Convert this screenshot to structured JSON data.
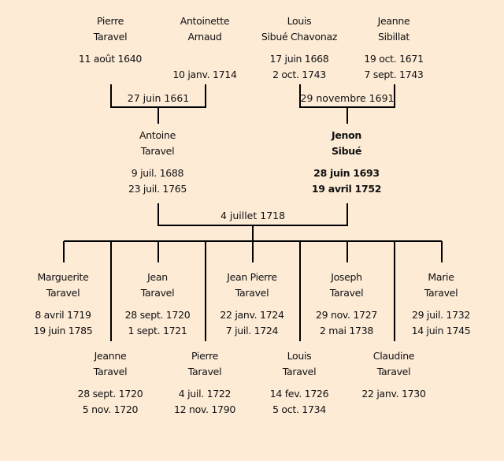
{
  "grandparents": [
    {
      "first": "Pierre",
      "last": "Taravel",
      "birth": "11 août 1640",
      "death": ""
    },
    {
      "first": "Antoinette",
      "last": "Arnaud",
      "birth": "",
      "death": "10 janv. 1714"
    },
    {
      "first": "Louis",
      "last": "Sibué Chavonaz",
      "birth": "17 juin 1668",
      "death": "2 oct. 1743"
    },
    {
      "first": "Jeanne",
      "last": "Sibillat",
      "birth": "19 oct. 1671",
      "death": "7 sept. 1743"
    }
  ],
  "grandparent_marriages": [
    "27 juin 1661",
    "29 novembre 1691"
  ],
  "parents": [
    {
      "first": "Antoine",
      "last": "Taravel",
      "birth": "9 juil. 1688",
      "death": "23 juil. 1765",
      "highlight": false
    },
    {
      "first": "Jenon",
      "last": "Sibué",
      "birth": "28 juin 1693",
      "death": "19 avril 1752",
      "highlight": true
    }
  ],
  "parent_marriage": "4 juillet 1718",
  "children": [
    {
      "first": "Marguerite",
      "last": "Taravel",
      "birth": "8 avril 1719",
      "death": "19 juin 1785"
    },
    {
      "first": "Jeanne",
      "last": "Taravel",
      "birth": "28 sept. 1720",
      "death": "5 nov. 1720"
    },
    {
      "first": "Jean",
      "last": "Taravel",
      "birth": "28 sept. 1720",
      "death": "1 sept. 1721"
    },
    {
      "first": "Pierre",
      "last": "Taravel",
      "birth": "4 juil. 1722",
      "death": "12 nov. 1790"
    },
    {
      "first": "Jean Pierre",
      "last": "Taravel",
      "birth": "22 janv. 1724",
      "death": "7 juil. 1724"
    },
    {
      "first": "Louis",
      "last": "Taravel",
      "birth": "14 fev. 1726",
      "death": "5 oct. 1734"
    },
    {
      "first": "Joseph",
      "last": "Taravel",
      "birth": "29 nov. 1727",
      "death": "2 mai 1738"
    },
    {
      "first": "Claudine",
      "last": "Taravel",
      "birth": "22 janv. 1730",
      "death": ""
    },
    {
      "first": "Marie",
      "last": "Taravel",
      "birth": "29 juil. 1732",
      "death": "14 juin 1745"
    }
  ]
}
